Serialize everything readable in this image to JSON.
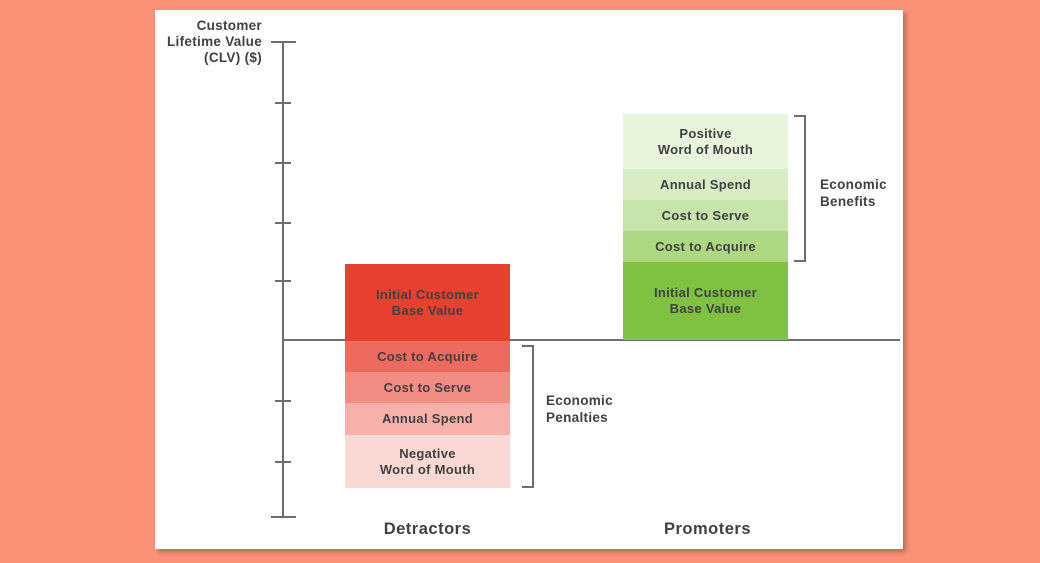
{
  "page": {
    "background_color": "#FA9177",
    "panel_color": "#FFFFFF",
    "axis_color": "#6D6E70",
    "text_color": "#414042"
  },
  "axis": {
    "title_lines": [
      "Customer",
      "Lifetime Value",
      "(CLV) ($)"
    ]
  },
  "bars": {
    "detractors": {
      "category_label": "Detractors",
      "bracket_lines": [
        "Economic",
        "Penalties"
      ],
      "segments": [
        {
          "label": "Initial Customer Base Value",
          "lines": [
            "Initial Customer",
            "Base Value"
          ],
          "color": "#E8402F"
        },
        {
          "label": "Cost to Acquire",
          "lines": [
            "Cost to Acquire",
            ""
          ],
          "color": "#EE6A5F"
        },
        {
          "label": "Cost to Serve",
          "lines": [
            "Cost to Serve",
            ""
          ],
          "color": "#F28D83"
        },
        {
          "label": "Annual Spend",
          "lines": [
            "Annual Spend",
            ""
          ],
          "color": "#F7B1AA"
        },
        {
          "label": "Negative Word of Mouth",
          "lines": [
            "Negative",
            "Word of Mouth"
          ],
          "color": "#FAD8D3"
        }
      ]
    },
    "promoters": {
      "category_label": "Promoters",
      "bracket_lines": [
        "Economic",
        "Benefits"
      ],
      "segments": [
        {
          "label": "Positive Word of Mouth",
          "lines": [
            "Positive",
            "Word of Mouth"
          ],
          "color": "#E9F4DD"
        },
        {
          "label": "Annual Spend",
          "lines": [
            "Annual Spend",
            ""
          ],
          "color": "#D9EDC5"
        },
        {
          "label": "Cost to Serve",
          "lines": [
            "Cost to Serve",
            ""
          ],
          "color": "#C7E4AB"
        },
        {
          "label": "Cost to Acquire",
          "lines": [
            "Cost to Acquire",
            ""
          ],
          "color": "#ADD780"
        },
        {
          "label": "Initial Customer Base Value",
          "lines": [
            "Initial Customer",
            "Base Value"
          ],
          "color": "#7FC242"
        }
      ]
    }
  },
  "chart_data": {
    "type": "bar",
    "subtype": "diverging-stacked",
    "title": "",
    "xlabel": "",
    "ylabel": "Customer Lifetime Value (CLV) ($)",
    "categories": [
      "Detractors",
      "Promoters"
    ],
    "axis_info": {
      "numeric_tick_labels": false,
      "tick_intervals": 8,
      "baseline_value": 0,
      "units": "relative conceptual units; 1 unit = one tick interval (axis is unlabeled)"
    },
    "series": [
      {
        "category": "Detractors",
        "annotation": "Economic Penalties",
        "segments": [
          {
            "label": "Initial Customer Base Value",
            "value": 1.3
          },
          {
            "label": "Cost to Acquire",
            "value": -0.5
          },
          {
            "label": "Cost to Serve",
            "value": -0.5
          },
          {
            "label": "Annual Spend",
            "value": -0.55
          },
          {
            "label": "Negative Word of Mouth",
            "value": -0.9
          }
        ]
      },
      {
        "category": "Promoters",
        "annotation": "Economic Benefits",
        "segments": [
          {
            "label": "Initial Customer Base Value",
            "value": 1.3
          },
          {
            "label": "Cost to Acquire",
            "value": 0.5
          },
          {
            "label": "Cost to Serve",
            "value": 0.5
          },
          {
            "label": "Annual Spend",
            "value": 0.55
          },
          {
            "label": "Positive Word of Mouth",
            "value": 0.9
          }
        ]
      }
    ],
    "legend": false,
    "grid": false
  }
}
